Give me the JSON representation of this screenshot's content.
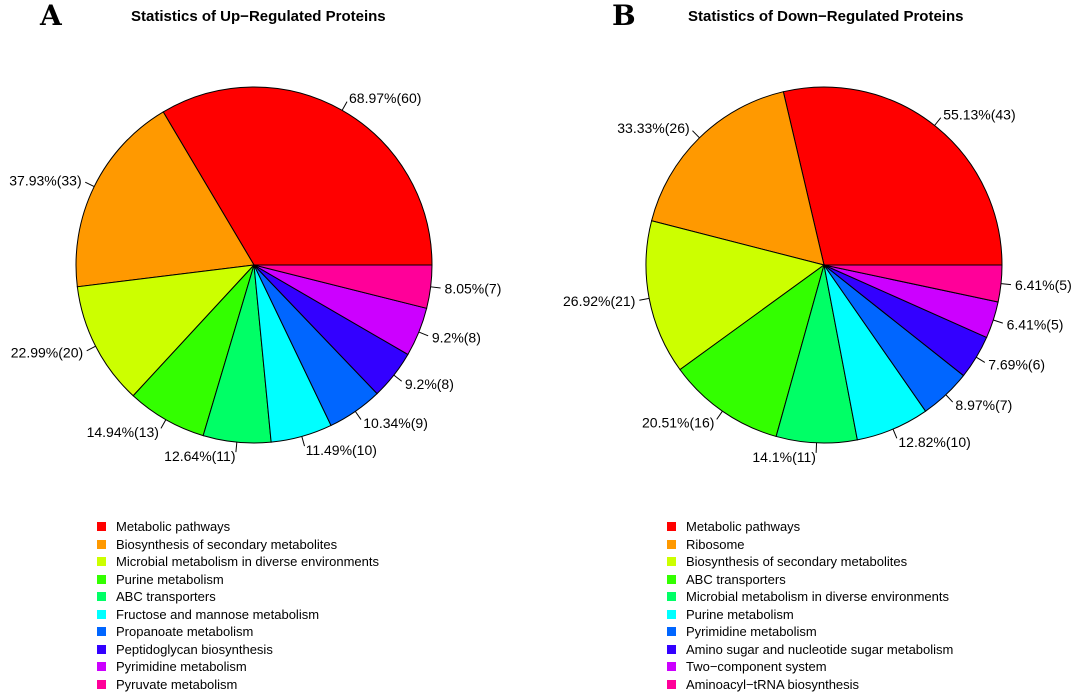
{
  "chart_data": [
    {
      "type": "pie",
      "panel_letter": "A",
      "title": "Statistics of Up−Regulated Proteins",
      "slices": [
        {
          "label": "Metabolic pathways",
          "value": 60,
          "text": "68.97%(60)",
          "color": "#FF0000"
        },
        {
          "label": "Biosynthesis of secondary metabolites",
          "value": 33,
          "text": "37.93%(33)",
          "color": "#FF9900"
        },
        {
          "label": "Microbial metabolism in diverse environments",
          "value": 20,
          "text": "22.99%(20)",
          "color": "#CCFF00"
        },
        {
          "label": "Purine metabolism",
          "value": 13,
          "text": "14.94%(13)",
          "color": "#33FF00"
        },
        {
          "label": "ABC transporters",
          "value": 11,
          "text": "12.64%(11)",
          "color": "#00FF66"
        },
        {
          "label": "Fructose and mannose metabolism",
          "value": 10,
          "text": "11.49%(10)",
          "color": "#00FFFF"
        },
        {
          "label": "Propanoate metabolism",
          "value": 9,
          "text": "10.34%(9)",
          "color": "#0066FF"
        },
        {
          "label": "Peptidoglycan biosynthesis",
          "value": 8,
          "text": "9.2%(8)",
          "color": "#3300FF"
        },
        {
          "label": "Pyrimidine metabolism",
          "value": 8,
          "text": "9.2%(8)",
          "color": "#CC00FF"
        },
        {
          "label": "Pyruvate metabolism",
          "value": 7,
          "text": "8.05%(7)",
          "color": "#FF0099"
        }
      ]
    },
    {
      "type": "pie",
      "panel_letter": "B",
      "title": "Statistics of Down−Regulated Proteins",
      "slices": [
        {
          "label": "Metabolic pathways",
          "value": 43,
          "text": "55.13%(43)",
          "color": "#FF0000"
        },
        {
          "label": "Ribosome",
          "value": 26,
          "text": "33.33%(26)",
          "color": "#FF9900"
        },
        {
          "label": "Biosynthesis of secondary metabolites",
          "value": 21,
          "text": "26.92%(21)",
          "color": "#CCFF00"
        },
        {
          "label": "ABC transporters",
          "value": 16,
          "text": "20.51%(16)",
          "color": "#33FF00"
        },
        {
          "label": "Microbial metabolism in diverse environments",
          "value": 11,
          "text": "14.1%(11)",
          "color": "#00FF66"
        },
        {
          "label": "Purine metabolism",
          "value": 10,
          "text": "12.82%(10)",
          "color": "#00FFFF"
        },
        {
          "label": "Pyrimidine metabolism",
          "value": 7,
          "text": "8.97%(7)",
          "color": "#0066FF"
        },
        {
          "label": "Amino sugar and nucleotide sugar metabolism",
          "value": 6,
          "text": "7.69%(6)",
          "color": "#3300FF"
        },
        {
          "label": "Two−component system",
          "value": 5,
          "text": "6.41%(5)",
          "color": "#CC00FF"
        },
        {
          "label": "Aminoacyl−tRNA biosynthesis",
          "value": 5,
          "text": "6.41%(5)",
          "color": "#FF0099"
        }
      ]
    }
  ]
}
